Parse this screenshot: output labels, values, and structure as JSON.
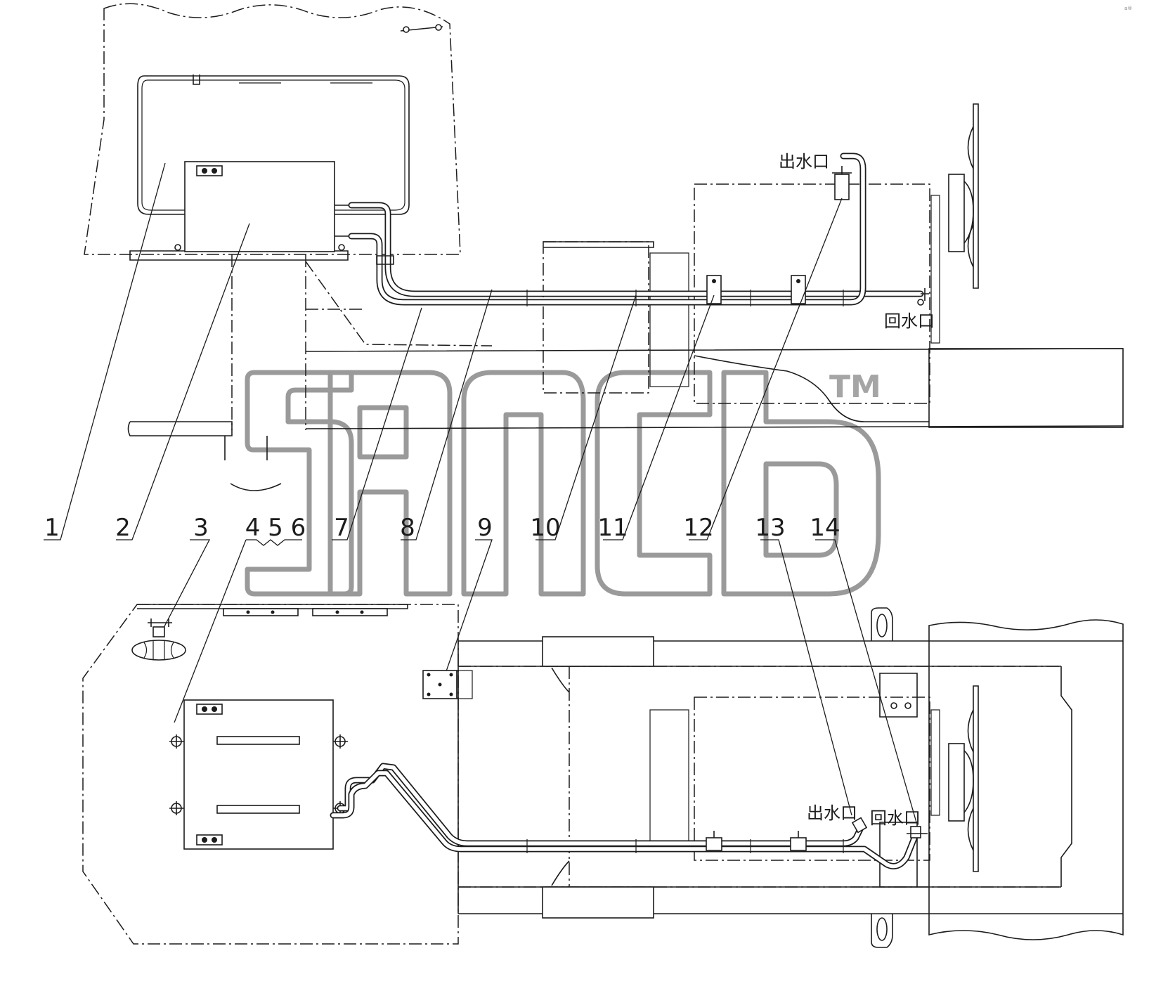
{
  "callouts": [
    {
      "label": "1"
    },
    {
      "label": "2"
    },
    {
      "label": "3"
    },
    {
      "label": "4 5 6"
    },
    {
      "label": "7"
    },
    {
      "label": "8"
    },
    {
      "label": "9"
    },
    {
      "label": "10"
    },
    {
      "label": "11"
    },
    {
      "label": "12"
    },
    {
      "label": "13"
    },
    {
      "label": "14"
    }
  ],
  "port_labels": {
    "top_outlet": "出水口",
    "top_return": "回水口",
    "bottom_outlet": "出水口",
    "bottom_return": "回水口"
  },
  "watermark": {
    "tm": "TM"
  },
  "corner_mark": "a®"
}
